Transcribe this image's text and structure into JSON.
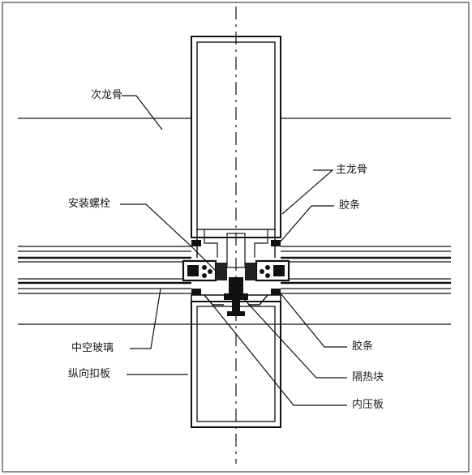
{
  "labels": {
    "secondary_keel": "次龙骨",
    "main_keel": "主龙骨",
    "install_bolt": "安装螺栓",
    "rubber_strip_top": "胶条",
    "insulating_glass": "中空玻璃",
    "rubber_strip_bottom": "胶条",
    "longitudinal_cover": "纵向扣板",
    "thermal_block": "隔热块",
    "pressure_plate": "内压板"
  },
  "colors": {
    "line": "#111111",
    "frame": "#222222",
    "paper": "#ffffff"
  }
}
